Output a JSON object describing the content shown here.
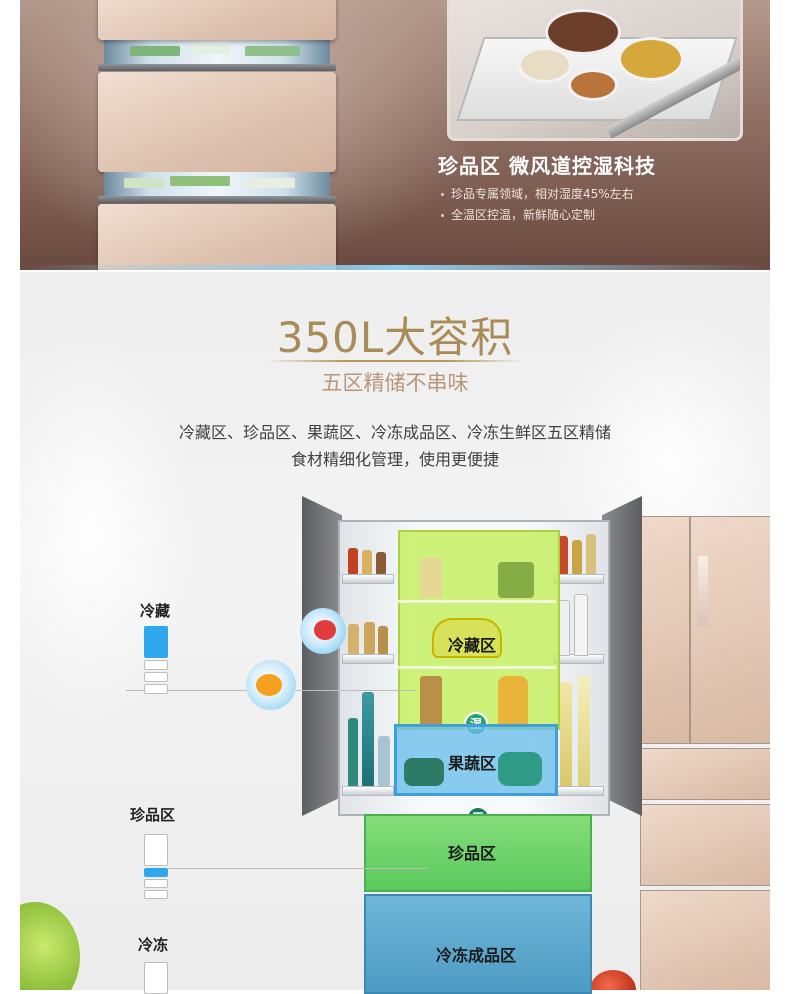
{
  "banner": {
    "title": "珍品区 微风道控湿科技",
    "bullets": [
      "珍品专属领域，相对湿度45%左右",
      "全温区控温，新鲜随心定制"
    ]
  },
  "hero": {
    "title": "350L大容积",
    "subtitle": "五区精储不串味",
    "desc_lines": [
      "冷藏区、珍品区、果蔬区、冷冻成品区、冷冻生鲜区五区精储",
      "食材精细化管理，使用更便捷"
    ]
  },
  "zones": {
    "fridge": "冷藏区",
    "humid_badge": "湿",
    "veg": "果蔬区",
    "dry_badge": "干",
    "treasure": "珍品区",
    "frozen": "冷冻成品区"
  },
  "legend": {
    "fridge": "冷藏",
    "treasure": "珍品区",
    "frozen": "冷冻"
  },
  "colors": {
    "gold": "#a98b57",
    "green_zone": "#bdee46",
    "blue_zone": "#69bee8",
    "legend_blue": "#2fa8ee"
  }
}
